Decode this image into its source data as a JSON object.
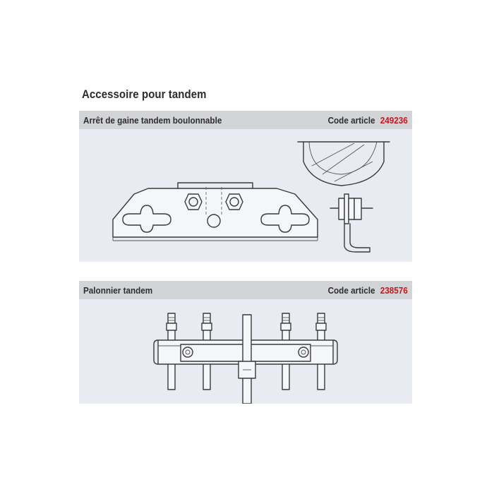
{
  "section": {
    "title": "Accessoire pour tandem"
  },
  "products": [
    {
      "name": "Arrêt de gaine tandem boulonnable",
      "code_label": "Code article",
      "code": "249236"
    },
    {
      "name": "Palonnier tandem",
      "code_label": "Code article",
      "code": "238576"
    }
  ],
  "colors": {
    "panel_bg": "#e8ebf1",
    "header_bg": "#d2d4d8",
    "code_accent": "#c8161d"
  }
}
